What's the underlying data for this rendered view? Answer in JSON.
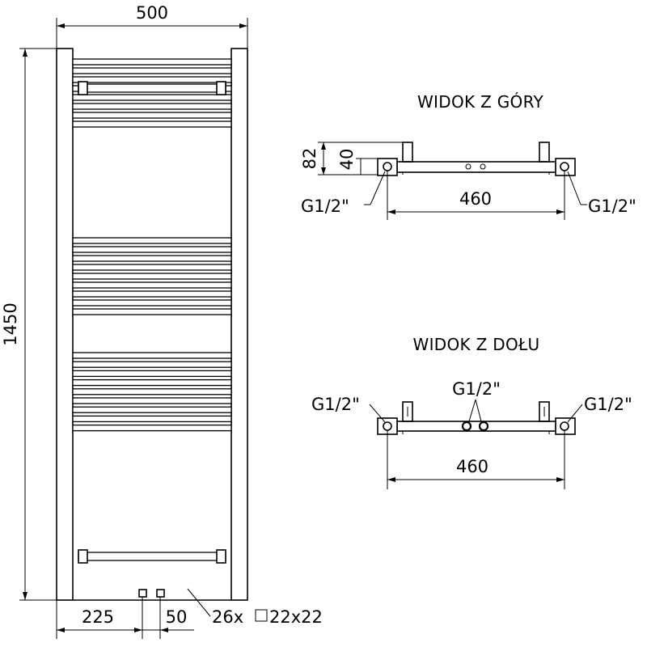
{
  "front_view": {
    "width_dim": "500",
    "height_dim": "1450",
    "offset_left": "225",
    "offset_pipes": "50",
    "bars_note": "26x",
    "bars_profile": "22x22",
    "bar_groups": [
      8,
      9,
      9
    ]
  },
  "top_view": {
    "title": "WIDOK Z GÓRY",
    "depth_outer": "82",
    "depth_inner": "40",
    "span": "460",
    "conn_left": "G1/2\"",
    "conn_right": "G1/2\""
  },
  "bottom_view": {
    "title": "WIDOK Z DOŁU",
    "span": "460",
    "conn_left": "G1/2\"",
    "conn_center": "G1/2\"",
    "conn_right": "G1/2\""
  }
}
